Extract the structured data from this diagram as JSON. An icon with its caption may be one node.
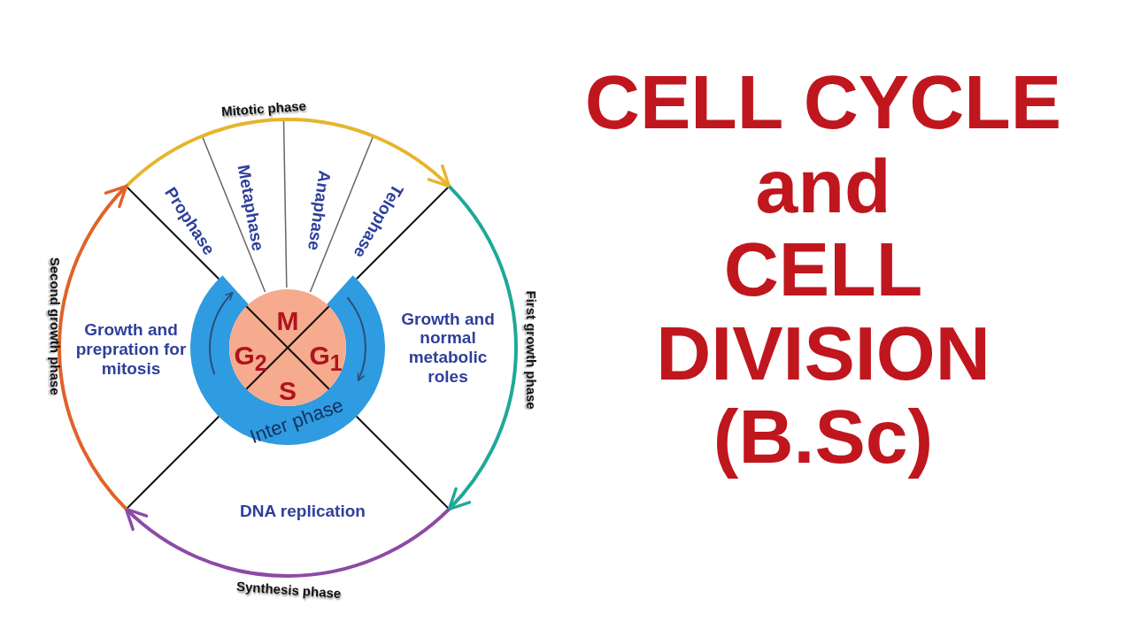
{
  "diagram": {
    "title": "CELL CYCLE and CELL DIVISION (B.Sc)",
    "labels": [
      "Mitotic phase",
      "Prophase",
      "Metaphase",
      "Anaphase",
      "Telophase",
      "Second growth phase",
      "First growth phase",
      "M",
      "Growth and prepration for mitosis",
      "Growth and normal metabolic roles",
      "G$_{2}$",
      "G$_{1}$",
      "S",
      "Inter phase",
      "DNA replication",
      "Synthesis phase"
    ]
  }
}
